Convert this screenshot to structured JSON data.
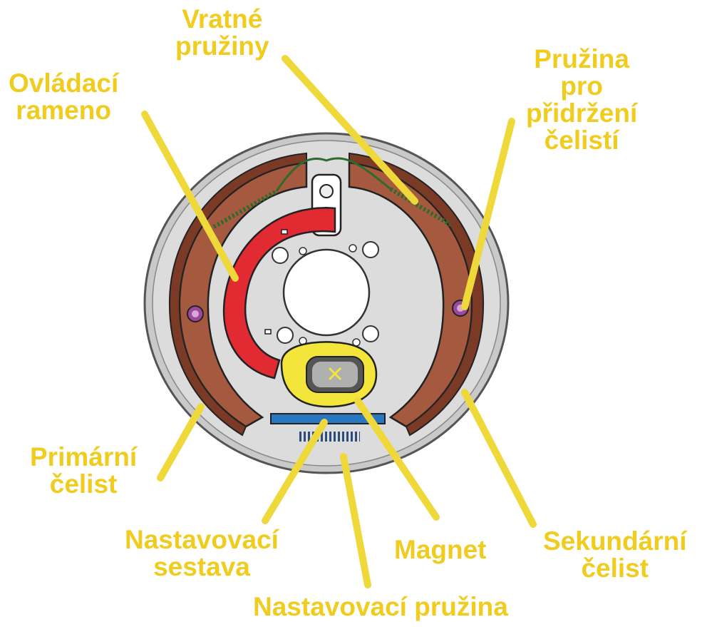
{
  "colors": {
    "label": "#f0cc1e",
    "leader": "#efd83a",
    "backplate": "#d9d9d9",
    "shoe": "#a55a40",
    "lining": "#7b3a25",
    "actuator_arm": "#e22a32",
    "magnet_housing": "#f3e53a",
    "adjuster": "#2877c0",
    "spring": "#2e6a2e"
  },
  "labels": {
    "return_springs": [
      "Vratné",
      "pružiny"
    ],
    "actuating_arm": [
      "Ovládací",
      "rameno"
    ],
    "hold_down_spring": [
      "Pružina",
      "pro",
      "přidržení",
      "čelistí"
    ],
    "primary_shoe": [
      "Primární",
      "čelist"
    ],
    "adjuster_assembly": [
      "Nastavovací",
      "sestava"
    ],
    "magnet": [
      "Magnet"
    ],
    "secondary_shoe": [
      "Sekundární",
      "čelist"
    ],
    "adjuster_spring": [
      "Nastavovací pružina"
    ]
  },
  "icons": {
    "hold_down_pin": "circle-pin",
    "magnet_pad": "x-mark"
  }
}
